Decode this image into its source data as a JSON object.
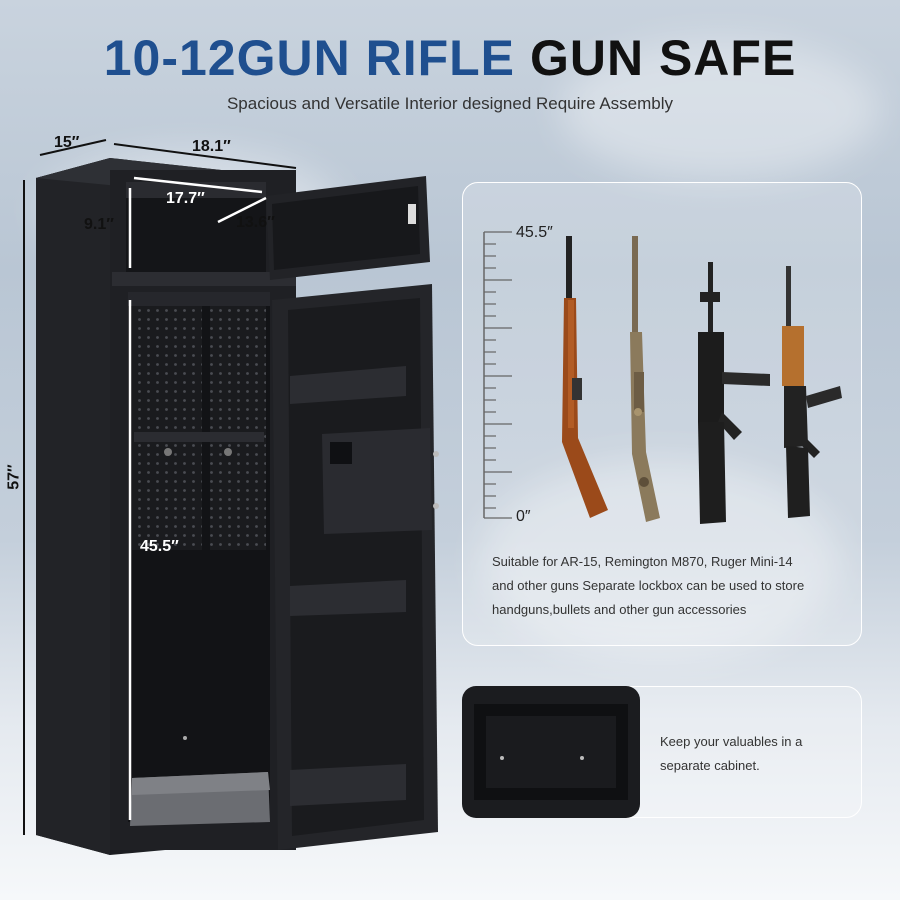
{
  "title": {
    "part1": "10-12GUN RIFLE",
    "part2": "GUN SAFE"
  },
  "subtitle": "Spacious and Versatile Interior designed Require Assembly",
  "dimensions": {
    "depth": "15″",
    "width": "18.1″",
    "top_width": "17.7″",
    "top_height": "9.1″",
    "top_depth": "13.6″",
    "height": "57″",
    "inner_height": "45.5″"
  },
  "scale": {
    "top": "45.5″",
    "bottom": "0″"
  },
  "guns_panel": {
    "lines": [
      "Suitable for AR-15, Remington M870, Ruger Mini-14",
      "and other guns Separate lockbox can be used to store",
      "handguns,bullets and other gun accessories"
    ]
  },
  "lockbox_panel": {
    "lines": [
      "Keep your valuables in a",
      "separate cabinet."
    ]
  },
  "colors": {
    "title_blue": "#1f4f8f",
    "safe_black": "#1c1d20"
  }
}
